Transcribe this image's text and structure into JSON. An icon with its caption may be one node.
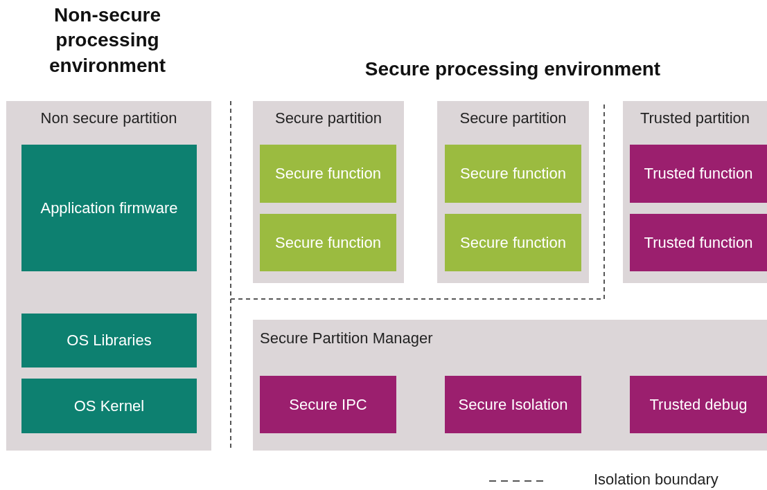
{
  "diagram": {
    "nodes": [
      {
        "text": [
          "Non secure partition"
        ]
      },
      {
        "text": [
          "Application firmware"
        ],
        "in": 0
      },
      {
        "text": [
          "OS Libraries"
        ],
        "in": 0
      },
      {
        "text": [
          "OS Kernel"
        ],
        "in": 0
      },
      {
        "text": [
          "Secure partition"
        ]
      },
      {
        "text": [
          "Secure function"
        ],
        "in": 4
      },
      {
        "text": [
          "Secure function"
        ],
        "in": 4
      },
      {
        "text": [
          "Secure partition"
        ]
      },
      {
        "text": [
          "Secure function"
        ],
        "in": 7
      },
      {
        "text": [
          "Secure function"
        ],
        "in": 7
      },
      {
        "text": [
          "Trusted partition"
        ]
      },
      {
        "text": [
          "Trusted function"
        ],
        "in": 10
      },
      {
        "text": [
          "Trusted function"
        ],
        "in": 10
      },
      {
        "text": [
          "Secure Partition Manager"
        ]
      },
      {
        "text": [
          "Secure IPC"
        ],
        "in": 13
      },
      {
        "text": [
          "Secure Isolation"
        ],
        "in": 13
      },
      {
        "text": [
          "Trusted debug"
        ],
        "in": 13
      }
    ],
    "edges": [],
    "labels": [
      "Non-secure processing environment",
      "Secure processing environment"
    ],
    "legend": [
      {
        "text": "Isolation boundary"
      }
    ]
  }
}
